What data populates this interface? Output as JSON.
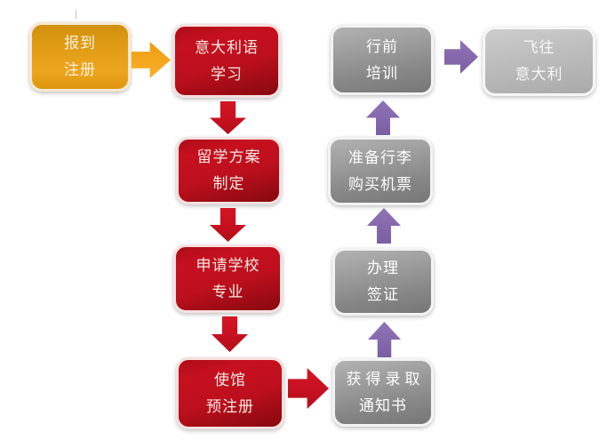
{
  "diagram": {
    "type": "flowchart",
    "language": "zh",
    "background": "#ffffff",
    "boxes": [
      {
        "id": "register",
        "lines": [
          "报到",
          "注册"
        ],
        "color_role": "orange"
      },
      {
        "id": "italian",
        "lines": [
          "意大利语",
          "学习"
        ],
        "color_role": "red"
      },
      {
        "id": "plan",
        "lines": [
          "留学方案",
          "制定"
        ],
        "color_role": "red"
      },
      {
        "id": "apply",
        "lines": [
          "申请学校",
          "专业"
        ],
        "color_role": "red"
      },
      {
        "id": "embassy",
        "lines": [
          "使馆",
          "预注册"
        ],
        "color_role": "red"
      },
      {
        "id": "notice",
        "lines": [
          "获得录取",
          "通知书"
        ],
        "color_role": "gray"
      },
      {
        "id": "visa",
        "lines": [
          "办理",
          "签证"
        ],
        "color_role": "gray"
      },
      {
        "id": "luggage",
        "lines": [
          "准备行李",
          "购买机票"
        ],
        "color_role": "gray"
      },
      {
        "id": "training",
        "lines": [
          "行前",
          "培训"
        ],
        "color_role": "gray"
      },
      {
        "id": "fly",
        "lines": [
          "飞往",
          "意大利"
        ],
        "color_role": "light_gray"
      }
    ],
    "flow": [
      {
        "from": "报到注册",
        "to": "意大利语学习",
        "direction": "right",
        "arrow_color": "orange"
      },
      {
        "from": "意大利语学习",
        "to": "留学方案制定",
        "direction": "down",
        "arrow_color": "red"
      },
      {
        "from": "留学方案制定",
        "to": "申请学校专业",
        "direction": "down",
        "arrow_color": "red"
      },
      {
        "from": "申请学校专业",
        "to": "使馆预注册",
        "direction": "down",
        "arrow_color": "red"
      },
      {
        "from": "使馆预注册",
        "to": "获得录取通知书",
        "direction": "right",
        "arrow_color": "red"
      },
      {
        "from": "获得录取通知书",
        "to": "办理签证",
        "direction": "up",
        "arrow_color": "purple"
      },
      {
        "from": "办理签证",
        "to": "准备行李购买机票",
        "direction": "up",
        "arrow_color": "purple"
      },
      {
        "from": "准备行李购买机票",
        "to": "行前培训",
        "direction": "up",
        "arrow_color": "purple"
      },
      {
        "from": "行前培训",
        "to": "飞往意大利",
        "direction": "right",
        "arrow_color": "purple"
      }
    ],
    "colors": {
      "orange_box": "#e29c15",
      "red_box": "#bf0f1e",
      "gray_box": "#8f8f8f",
      "light_gray_box": "#bdbdbd",
      "orange_arrow": "#f2a71f",
      "red_arrow": "#c61020",
      "purple_arrow": "#8568ac",
      "box_text": "#ffffff"
    }
  }
}
